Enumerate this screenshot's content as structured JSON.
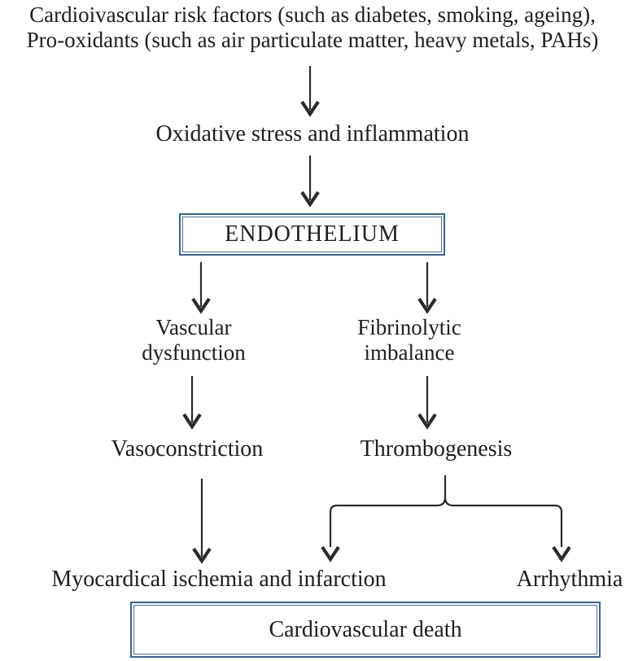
{
  "colors": {
    "background": "#ffffff",
    "text": "#1e1e1e",
    "arrow": "#2b2b2b",
    "box_border_outer": "#3c618f",
    "box_border_inner": "#51719c"
  },
  "flowchart": {
    "risk_factors": {
      "line1": "Cardioivascular risk factors (such as diabetes, smoking, ageing),",
      "line2": "Pro-oxidants (such as air particulate matter, heavy metals, PAHs)"
    },
    "oxidative_stress": "Oxidative stress and inflammation",
    "endothelium": "ENDOTHELIUM",
    "vascular_dysfunction": {
      "line1": "Vascular",
      "line2": "dysfunction"
    },
    "fibrinolytic_imbalance": {
      "line1": "Fibrinolytic",
      "line2": "imbalance"
    },
    "vasoconstriction": "Vasoconstriction",
    "thrombogenesis": "Thrombogenesis",
    "myocardial_ischemia": "Myocardical ischemia and infarction",
    "arrhythmia": "Arrhythmia",
    "cardiovascular_death": "Cardiovascular death"
  }
}
